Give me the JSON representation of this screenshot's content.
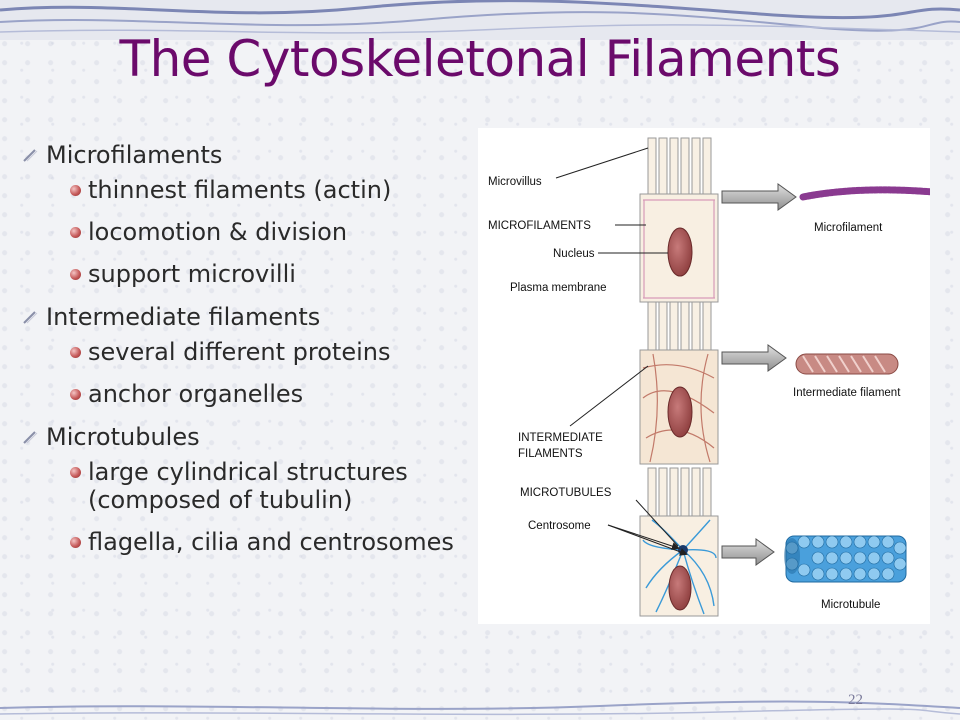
{
  "slide": {
    "title": "The Cytoskeletonal Filaments",
    "page_number": "22",
    "colors": {
      "title": "#6b0a6b",
      "bullet": "#c55a5a",
      "text": "#2a2a2a"
    }
  },
  "bullets": [
    {
      "label": "Microfilaments",
      "subs": [
        "thinnest filaments (actin)",
        "locomotion & division",
        "support microvilli"
      ]
    },
    {
      "label": "Intermediate filaments",
      "subs": [
        "several different proteins",
        "anchor organelles"
      ]
    },
    {
      "label": "Microtubules",
      "subs": [
        "large cylindrical structures (composed of tubulin)",
        "flagella, cilia and centrosomes"
      ]
    }
  ],
  "figure": {
    "labels": {
      "microvillus": "Microvillus",
      "microfilaments": "MICROFILAMENTS",
      "nucleus": "Nucleus",
      "plasma_membrane": "Plasma membrane",
      "microfilament": "Microfilament",
      "intermediate_filament": "Intermediate filament",
      "intermediate_filaments_1": "INTERMEDIATE",
      "intermediate_filaments_2": "FILAMENTS",
      "microtubules": "MICROTUBULES",
      "centrosome": "Centrosome",
      "microtubule": "Microtubule"
    }
  }
}
